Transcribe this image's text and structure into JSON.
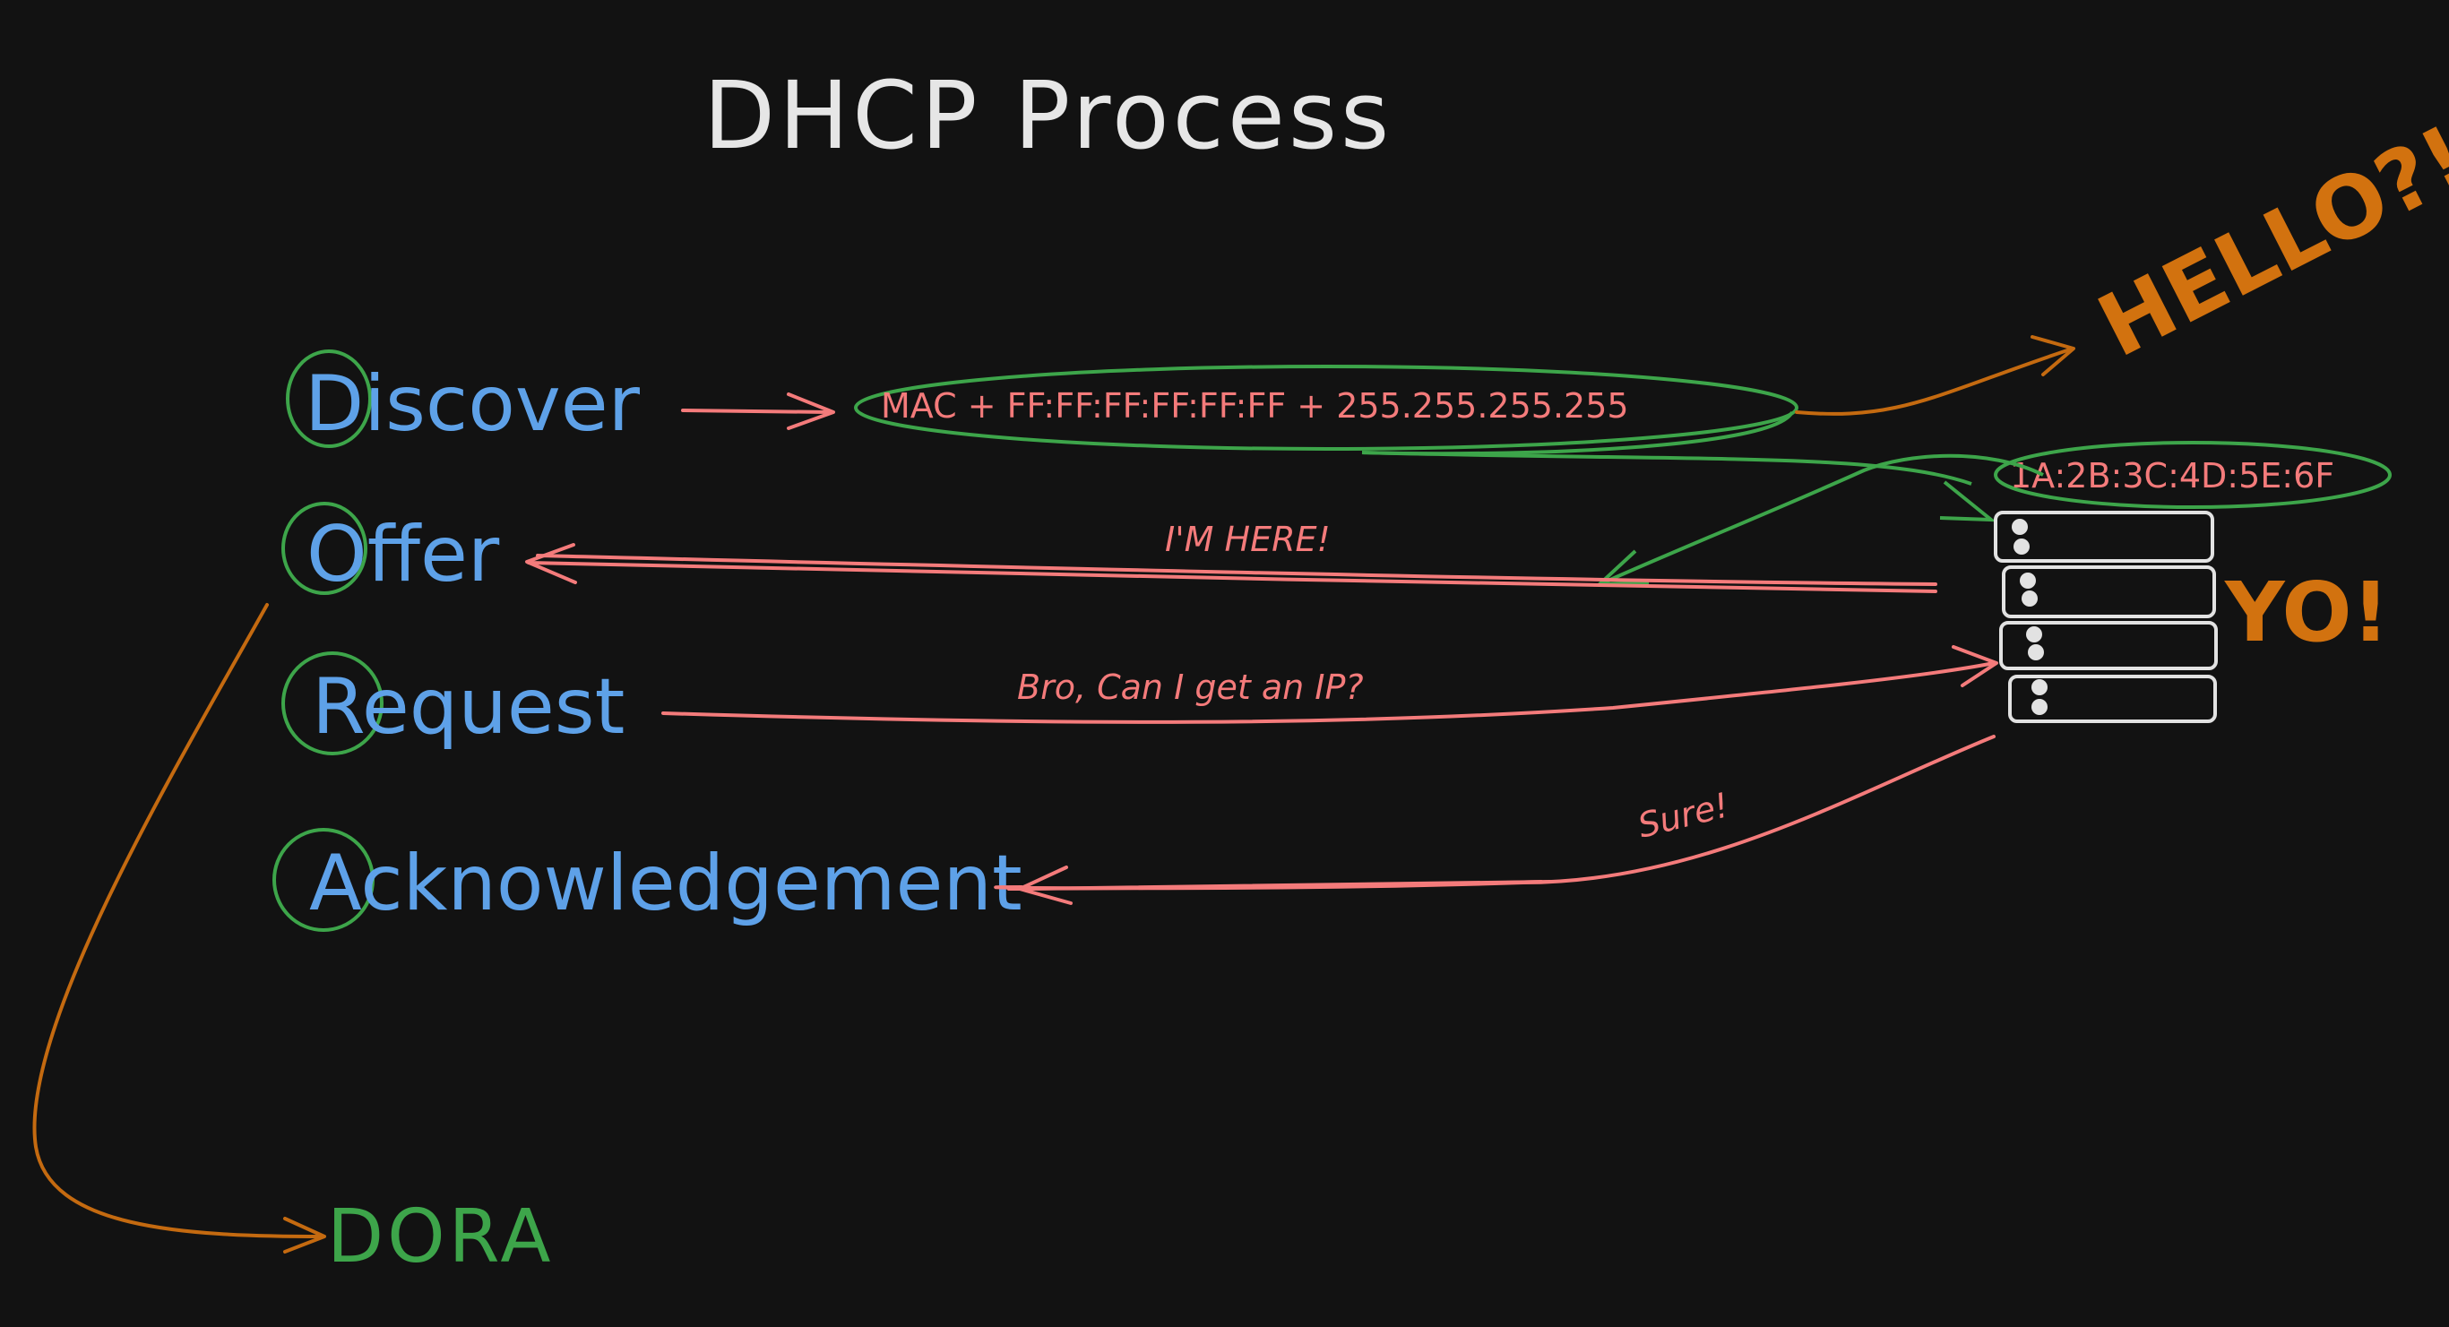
{
  "title": "DHCP Process",
  "steps": [
    {
      "label": "Discover"
    },
    {
      "label": "Offer"
    },
    {
      "label": "Request"
    },
    {
      "label": "Acknowledgement"
    }
  ],
  "discover_payload": "MAC + FF:FF:FF:FF:FF:FF + 255.255.255.255",
  "server_mac": "1A:2B:3C:4D:5E:6F",
  "messages": {
    "offer": "I'M HERE!",
    "request": "Bro, Can I get an IP?",
    "ack": "Sure!"
  },
  "shouts": {
    "hello": "HELLO?!",
    "yo": "YO!"
  },
  "acronym": "DORA",
  "colors": {
    "background": "#121212",
    "step_text": "#5ea1e8",
    "circle": "#3da54a",
    "message": "#f47b7b",
    "shout": "#d2720f",
    "title": "#e6e6e6",
    "server": "#e2e2e2"
  }
}
